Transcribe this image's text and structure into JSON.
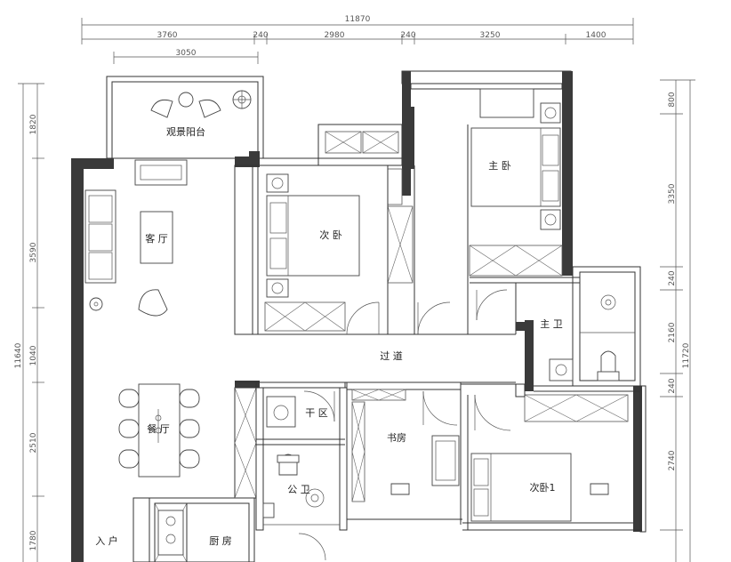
{
  "dimensions": {
    "top_total": "11870",
    "top_segments": [
      "3760",
      "240",
      "2980",
      "240",
      "3250",
      "1400"
    ],
    "balcony_width": "3050",
    "left_total": "11640",
    "left_segments": [
      "1820",
      "3590",
      "1040",
      "2510",
      "1780"
    ],
    "right_total": "11720",
    "right_segments": [
      "800",
      "3350",
      "240",
      "2160",
      "240",
      "2740"
    ]
  },
  "rooms": {
    "balcony": "观景阳台",
    "living": "客 厅",
    "dining": "餐 厅",
    "entrance": "入 户",
    "kitchen": "厨 房",
    "second_bedroom": "次 卧",
    "master_bedroom": "主 卧",
    "master_bath": "主 卫",
    "corridor": "过 道",
    "dry_area": "干 区",
    "public_bath": "公 卫",
    "study": "书房",
    "second_bedroom_1": "次卧1"
  }
}
